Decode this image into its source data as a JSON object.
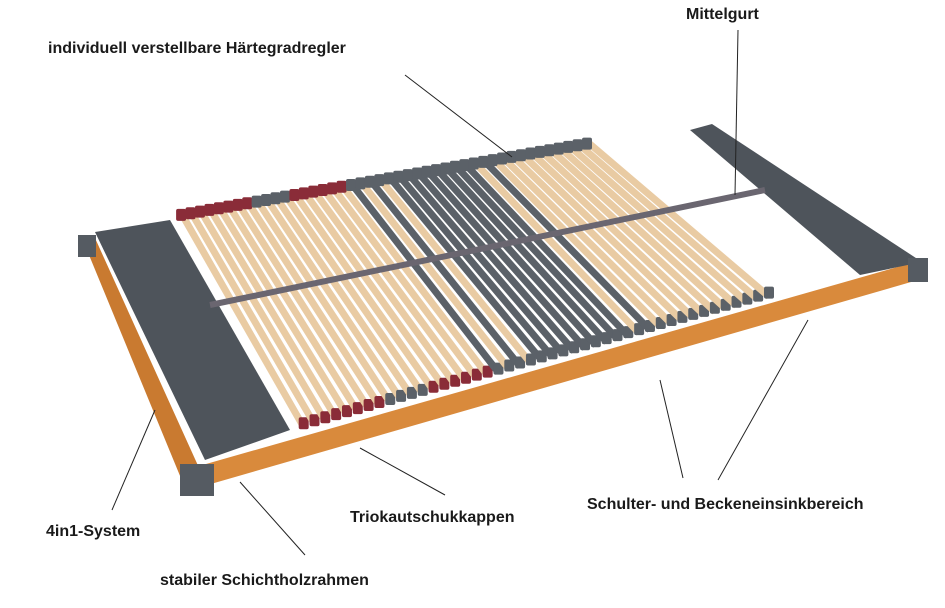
{
  "labels": {
    "haertegrad": "individuell verstellbare Härtegradregler",
    "mittelgurt": "Mittelgurt",
    "system": "4in1-System",
    "kappen": "Triokautschukkappen",
    "zone": "Schulter- und Beckeneinsinkbereich",
    "rahmen": "stabiler Schichtholzrahmen"
  },
  "colors": {
    "wood": "#e9cba3",
    "frame": "#d98a3c",
    "grey": "#5b6168",
    "red": "#8a2c38",
    "strap": "#6a6670"
  }
}
